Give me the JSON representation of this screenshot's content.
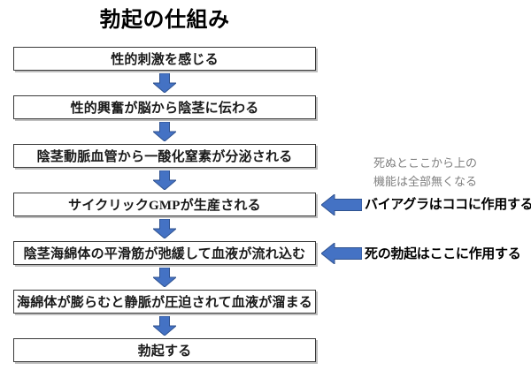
{
  "title": "勃起の仕組み",
  "flow": {
    "steps": [
      {
        "label": "性的刺激を感じる"
      },
      {
        "label": "性的興奮が脳から陰茎に伝わる"
      },
      {
        "label": "陰茎動脈血管から一酸化窒素が分泌される"
      },
      {
        "label": "サイクリックGMPが生産される"
      },
      {
        "label": "陰茎海綿体の平滑筋が弛緩して血液が流れ込む"
      },
      {
        "label": "海綿体が膨らむと静脈が圧迫されて血液が溜まる"
      },
      {
        "label": "勃起する"
      }
    ]
  },
  "annotations": {
    "death_note_line1": "死ぬとここから上の",
    "death_note_line2": "機能は全部無くなる",
    "viagra_label": "バイアグラはココに作用する",
    "death_erection_label": "死の勃起はここに作用する"
  },
  "colors": {
    "accent": "#4472C4",
    "arrow-border": "#2F528F",
    "muted": "#7f7f7f"
  }
}
